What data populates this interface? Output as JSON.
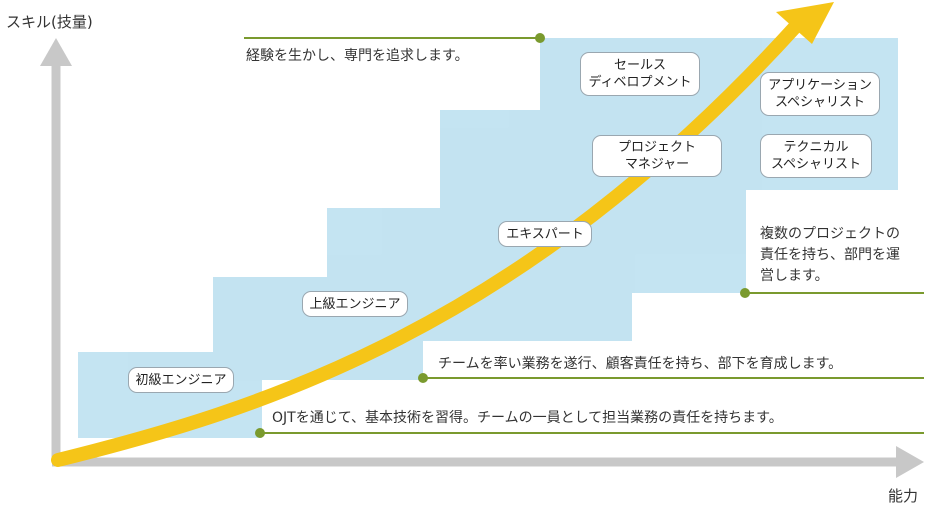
{
  "axes": {
    "y_label": "スキル(技量)",
    "x_label": "能力"
  },
  "stages": [
    {
      "name": "初級エンジニア"
    },
    {
      "name": "上級エンジニア"
    },
    {
      "name": "エキスパート"
    },
    {
      "name": "プロジェクト\nマネジャー"
    },
    {
      "name": "セールス\nディベロプメント"
    },
    {
      "name": "アプリケーション\nスペシャリスト"
    },
    {
      "name": "テクニカル\nスペシャリスト"
    }
  ],
  "descriptions": [
    {
      "text": "経験を生かし、専門を追求します。"
    },
    {
      "text": "複数のプロジェクトの\n責任を持ち、部門を運\n営します。"
    },
    {
      "text": "チームを率い業務を遂行、顧客責任を持ち、部下を育成します。"
    },
    {
      "text": "OJTを通じて、基本技術を習得。チームの一員として担当業務の責任を持ちます。"
    }
  ],
  "colors": {
    "box_fill": "#9fd3ea",
    "box_overlap": "#7fb8cf",
    "arrow": "#f5c518",
    "axis": "#c8c8c8",
    "leader": "#7a9a2e"
  }
}
